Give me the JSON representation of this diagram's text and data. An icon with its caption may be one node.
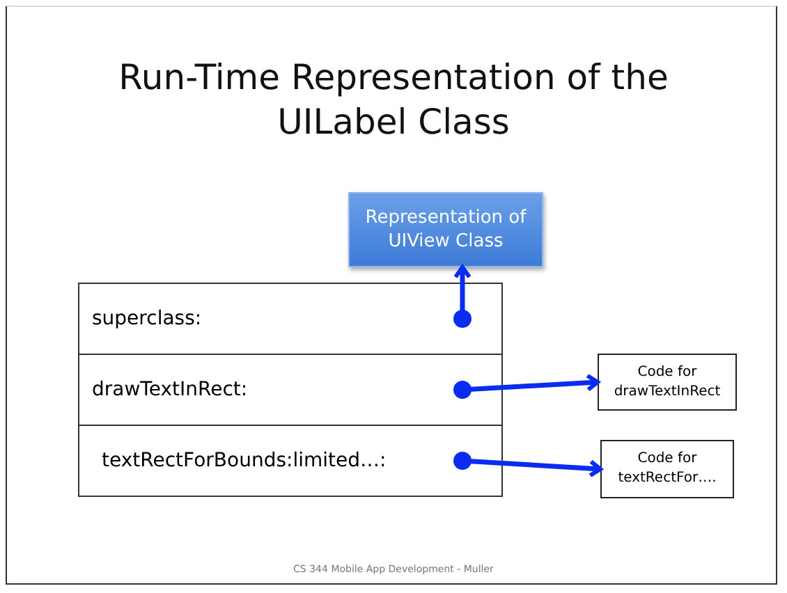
{
  "diagram": {
    "title": "Run-Time Representation of the UILabel Class",
    "nodes": [
      {
        "text": [
          "Representation of UIView Class"
        ]
      },
      {
        "text": [
          "superclass:"
        ]
      },
      {
        "text": [
          "drawTextInRect:"
        ]
      },
      {
        "text": [
          "textRectForBounds:limited…:"
        ]
      },
      {
        "text": [
          "Code for drawTextInRect"
        ]
      },
      {
        "text": [
          "Code for textRectFor…."
        ]
      }
    ],
    "edges": [
      {
        "from": 1,
        "to": 0,
        "arrow": "to"
      },
      {
        "from": 2,
        "to": 4,
        "arrow": "to"
      },
      {
        "from": 3,
        "to": 5,
        "arrow": "to"
      }
    ],
    "labels": [
      "CS 344 Mobile App Development - Muller"
    ]
  }
}
